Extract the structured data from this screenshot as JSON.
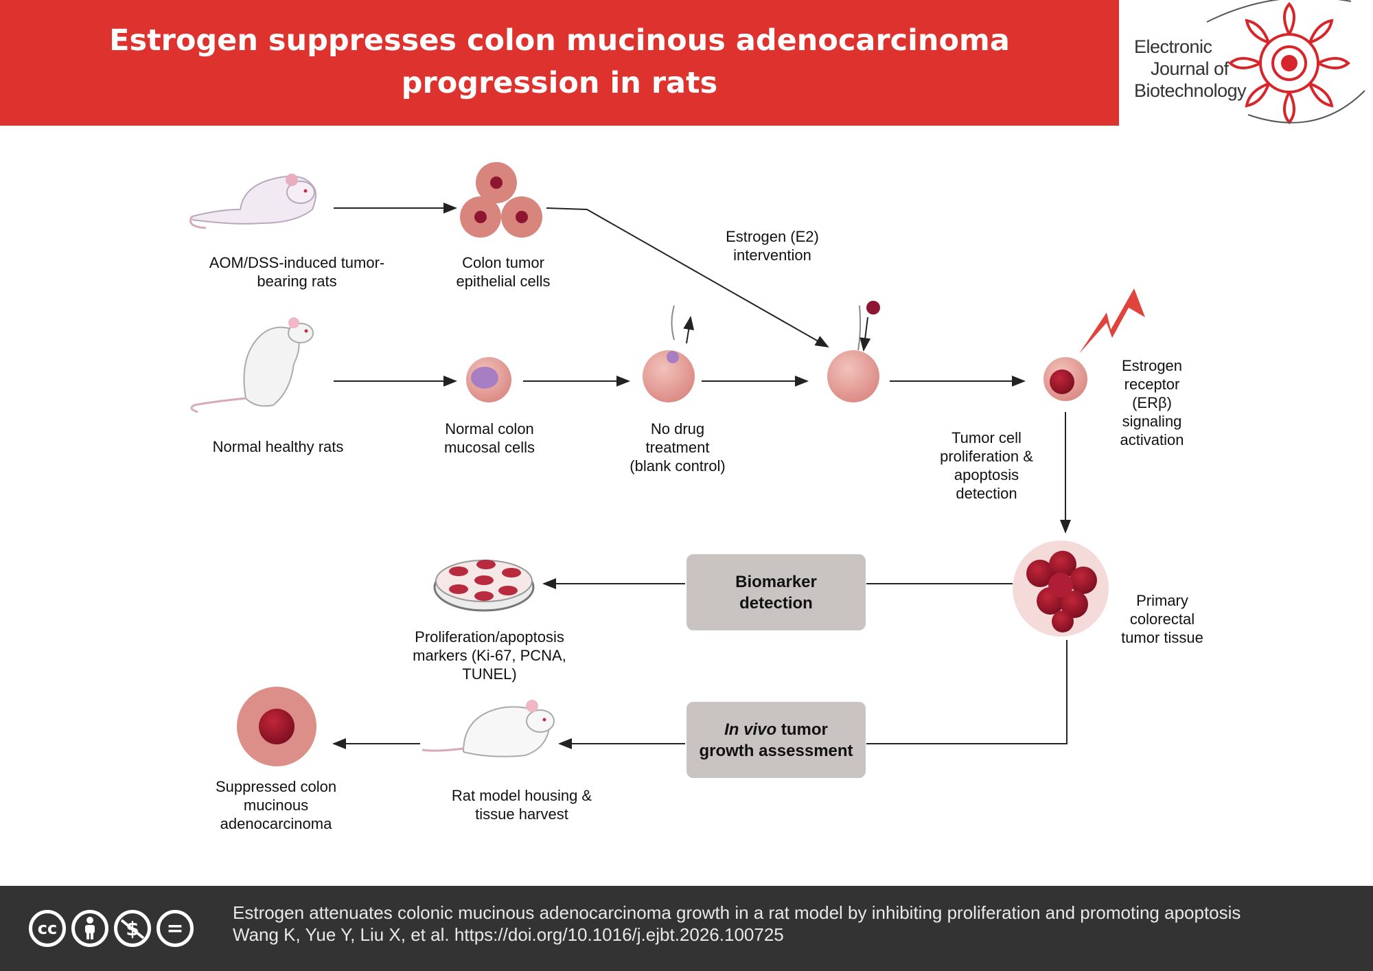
{
  "header": {
    "title_line1": "Estrogen suppresses colon mucinous adenocarcinoma",
    "title_line2": "progression in rats",
    "color": "#dd322e"
  },
  "logo": {
    "line1": "Electronic",
    "line2": "Journal of",
    "line3": "Biotechnology"
  },
  "nodes": {
    "aom_rats": [
      "AOM/DSS-induced tumor-",
      "bearing rats"
    ],
    "colon_tumor_cells": [
      "Colon tumor",
      "epithelial cells"
    ],
    "estrogen": [
      "Estrogen (E2)",
      "intervention"
    ],
    "normal_rats": [
      "Normal healthy rats"
    ],
    "normal_cells": [
      "Normal colon",
      "mucosal cells"
    ],
    "no_drug": [
      "No drug",
      "treatment",
      "(blank control)"
    ],
    "detection": [
      "Tumor cell",
      "proliferation &",
      "apoptosis",
      "detection"
    ],
    "er_beta": [
      "Estrogen",
      "receptor",
      "(ERβ)",
      "signaling",
      "activation"
    ],
    "primary_tissue": [
      "Primary",
      "colorectal",
      "tumor tissue"
    ],
    "markers": [
      "Proliferation/apoptosis",
      "markers (Ki-67, PCNA,",
      "TUNEL)"
    ],
    "housing": [
      "Rat model housing &",
      "tissue harvest"
    ],
    "suppressed": [
      "Suppressed colon",
      "mucinous",
      "adenocarcinoma"
    ]
  },
  "boxes": {
    "biomarker": [
      "Biomarker",
      "detection"
    ],
    "invivo_italic": "In vivo",
    "invivo_rest1": " tumor",
    "invivo_line2": "growth assessment"
  },
  "footer": {
    "line1": "Estrogen attenuates colonic mucinous adenocarcinoma growth in a rat model by inhibiting proliferation and promoting apoptosis",
    "line2": "Wang K, Yue Y, Liu X, et al. https://doi.org/10.1016/j.ejbt.2026.100725",
    "icons": [
      "cc-icon",
      "by-icon",
      "nc-icon",
      "nd-icon"
    ],
    "icon_cc": "cc",
    "icon_nd": "="
  }
}
